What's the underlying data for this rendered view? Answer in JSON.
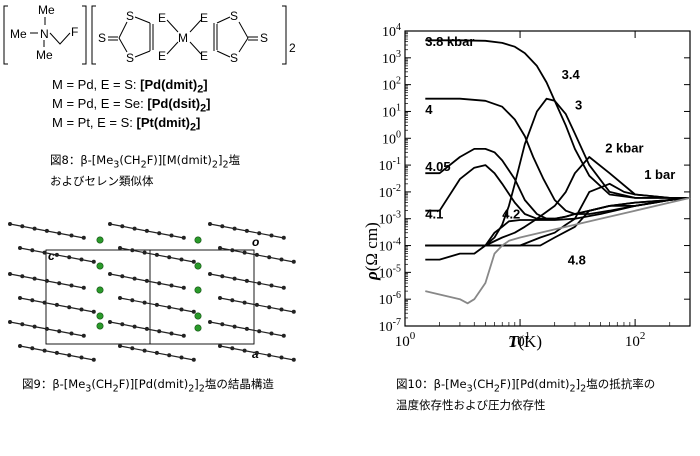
{
  "figure8": {
    "cation_atoms": {
      "me_top": "Me",
      "n": "N",
      "me_left": "Me",
      "me_bottom": "Me",
      "f": "F"
    },
    "anion_atoms": {
      "m": "M",
      "e": "E",
      "s": "S",
      "subscript": "2"
    },
    "formulas": [
      {
        "prefix": "M = Pd, E = S: ",
        "name": "[Pd(dmit)",
        "sub": "2",
        "close": "]"
      },
      {
        "prefix": "M = Pd, E = Se: ",
        "name": "[Pd(dsit)",
        "sub": "2",
        "close": "]"
      },
      {
        "prefix": "M = Pt, E = S: ",
        "name": "[Pt(dmit)",
        "sub": "2",
        "close": "]"
      }
    ],
    "caption_line1_a": "図8：β-[Me",
    "caption_line1_sub1": "3",
    "caption_line1_b": "(CH",
    "caption_line1_sub2": "2",
    "caption_line1_c": "F)][M(dmit)",
    "caption_line1_sub3": "2",
    "caption_line1_d": "]",
    "caption_line1_sub4": "2",
    "caption_line1_e": "塩",
    "caption_line2": "およびセレン類似体"
  },
  "figure9": {
    "axis_c": "c",
    "axis_o": "o",
    "axis_a": "a",
    "caption_a": "図9：β-[Me",
    "caption_sub1": "3",
    "caption_b": "(CH",
    "caption_sub2": "2",
    "caption_c": "F)][Pd(dmit)",
    "caption_sub3": "2",
    "caption_d": "]",
    "caption_sub4": "2",
    "caption_e": "塩の結晶構造"
  },
  "figure10": {
    "caption_a": "図10：β-[Me",
    "caption_sub1": "3",
    "caption_b": "(CH",
    "caption_sub2": "2",
    "caption_c": "F)][Pd(dmit)",
    "caption_sub3": "2",
    "caption_d": "]",
    "caption_sub4": "2",
    "caption_e": "塩の抵抗率の",
    "caption_line2": "温度依存性および圧力依存性"
  },
  "chart_data": {
    "type": "line",
    "x_scale": "log",
    "y_scale": "log",
    "xlim": [
      1,
      300
    ],
    "ylim": [
      1e-07,
      10000.0
    ],
    "x_ticks": [
      {
        "base": "10",
        "exp": "0",
        "value": 1
      },
      {
        "base": "10",
        "exp": "1",
        "value": 10
      },
      {
        "base": "10",
        "exp": "2",
        "value": 100
      }
    ],
    "y_ticks": [
      {
        "base": "10",
        "exp": "4",
        "value": 10000
      },
      {
        "base": "10",
        "exp": "3",
        "value": 1000
      },
      {
        "base": "10",
        "exp": "2",
        "value": 100
      },
      {
        "base": "10",
        "exp": "1",
        "value": 10
      },
      {
        "base": "10",
        "exp": "0",
        "value": 1
      },
      {
        "base": "10",
        "exp": "-1",
        "value": 0.1
      },
      {
        "base": "10",
        "exp": "-2",
        "value": 0.01
      },
      {
        "base": "10",
        "exp": "-3",
        "value": 0.001
      },
      {
        "base": "10",
        "exp": "-4",
        "value": 0.0001
      },
      {
        "base": "10",
        "exp": "-5",
        "value": 1e-05
      },
      {
        "base": "10",
        "exp": "-6",
        "value": 1e-06
      },
      {
        "base": "10",
        "exp": "-7",
        "value": 1e-07
      }
    ],
    "ylabel_symbol": "ρ",
    "ylabel_unit": "(Ω cm)",
    "xlabel_symbol": "T",
    "xlabel_unit": "(K)",
    "series": [
      {
        "name": "3.8 kbar",
        "label_at": [
          1.5,
          2700
        ],
        "x": [
          1.5,
          3,
          5,
          7,
          9,
          11,
          14,
          17,
          20,
          25,
          30,
          40,
          60,
          100,
          200,
          300
        ],
        "y": [
          4500,
          4500,
          4300,
          3600,
          2600,
          1500,
          500,
          120,
          25,
          3,
          0.4,
          0.04,
          0.008,
          0.006,
          0.006,
          0.006
        ]
      },
      {
        "name": "3.4",
        "label_at": [
          23,
          160
        ],
        "x": [
          1.5,
          2,
          3,
          4,
          5,
          6,
          7,
          8,
          9,
          11,
          14,
          17,
          20,
          25,
          30,
          40,
          60,
          100,
          200,
          300
        ],
        "y": [
          0.0001,
          0.0001,
          0.0001,
          0.0001,
          0.0001,
          0.0002,
          0.0006,
          0.003,
          0.02,
          0.6,
          10,
          30,
          25,
          8,
          1.5,
          0.1,
          0.01,
          0.006,
          0.006,
          0.006
        ]
      },
      {
        "name": "3",
        "label_at": [
          30,
          12
        ],
        "x": [
          1.5,
          3,
          5,
          7,
          9,
          11,
          13,
          16,
          20,
          25,
          30,
          40,
          60,
          100,
          200,
          300
        ],
        "y": [
          0.0001,
          0.0001,
          0.0001,
          0.0002,
          0.0003,
          0.0005,
          0.0008,
          0.0015,
          0.003,
          0.01,
          0.05,
          0.2,
          0.05,
          0.008,
          0.006,
          0.006
        ]
      },
      {
        "name": "2 kbar",
        "label_at": [
          55,
          0.3
        ],
        "x": [
          1.5,
          3,
          5,
          7,
          10,
          15,
          20,
          25,
          30,
          40,
          60,
          80,
          100,
          200,
          300
        ],
        "y": [
          0.0001,
          0.0001,
          0.0001,
          0.0001,
          0.0001,
          0.0002,
          0.0003,
          0.0006,
          0.001,
          0.01,
          0.02,
          0.01,
          0.008,
          0.006,
          0.006
        ]
      },
      {
        "name": "1 bar",
        "label_at": [
          120,
          0.03
        ],
        "x": [
          1.5,
          3,
          5,
          7,
          10,
          15,
          20,
          30,
          40,
          60,
          80,
          100,
          150,
          200,
          300
        ],
        "y": [
          0.0001,
          0.0001,
          0.0001,
          0.0001,
          0.0001,
          0.0001,
          0.0002,
          0.0005,
          0.002,
          0.003,
          0.003,
          0.003,
          0.004,
          0.005,
          0.006
        ]
      },
      {
        "name": "4",
        "label_at": [
          1.5,
          8
        ],
        "x": [
          1.5,
          3,
          5,
          7,
          9,
          11,
          13,
          16,
          20,
          25,
          30,
          40,
          60,
          100,
          200,
          300
        ],
        "y": [
          30,
          30,
          25,
          15,
          5,
          1.2,
          0.2,
          0.03,
          0.005,
          0.002,
          0.0015,
          0.0015,
          0.002,
          0.003,
          0.005,
          0.006
        ]
      },
      {
        "name": "4.05",
        "label_at": [
          1.5,
          0.06
        ],
        "x": [
          1.5,
          2,
          3,
          4,
          5,
          6,
          7,
          9,
          11,
          14,
          17,
          20,
          25,
          30,
          40,
          60,
          100,
          200,
          300
        ],
        "y": [
          0.05,
          0.05,
          0.2,
          0.4,
          0.4,
          0.3,
          0.15,
          0.03,
          0.005,
          0.0015,
          0.001,
          0.001,
          0.0012,
          0.0015,
          0.002,
          0.003,
          0.004,
          0.005,
          0.006
        ]
      },
      {
        "name": "4.1",
        "label_at": [
          1.5,
          0.001
        ],
        "x": [
          1.5,
          2,
          3,
          4,
          5,
          6,
          7,
          9,
          11,
          14,
          17,
          20,
          25,
          30,
          40,
          60,
          100,
          200,
          300
        ],
        "y": [
          0.002,
          0.002,
          0.03,
          0.08,
          0.1,
          0.05,
          0.02,
          0.004,
          0.0015,
          0.001,
          0.001,
          0.001,
          0.0012,
          0.0015,
          0.002,
          0.003,
          0.004,
          0.005,
          0.006
        ]
      },
      {
        "name": "4.2",
        "label_at": [
          7,
          0.001
        ],
        "x": [
          1.5,
          2,
          3,
          4,
          5,
          6,
          7,
          8,
          10,
          12,
          15,
          20,
          30,
          50,
          100,
          200,
          300
        ],
        "y": [
          3e-05,
          3e-05,
          5e-05,
          5e-05,
          0.0001,
          0.0003,
          0.0005,
          0.0008,
          0.0009,
          0.0009,
          0.0009,
          0.0009,
          0.001,
          0.0015,
          0.003,
          0.005,
          0.006
        ]
      },
      {
        "name": "4.8",
        "label_at": [
          26,
          2e-05
        ],
        "x": [
          1.5,
          2,
          3,
          3.5,
          4,
          5,
          6,
          7,
          8,
          10,
          15,
          20,
          30,
          50,
          100,
          200,
          300
        ],
        "y": [
          2e-06,
          1.5e-06,
          1e-06,
          7e-07,
          1e-06,
          4e-06,
          5e-05,
          0.0001,
          0.00015,
          0.0002,
          0.0003,
          0.0004,
          0.0006,
          0.001,
          0.002,
          0.004,
          0.006
        ]
      }
    ]
  }
}
